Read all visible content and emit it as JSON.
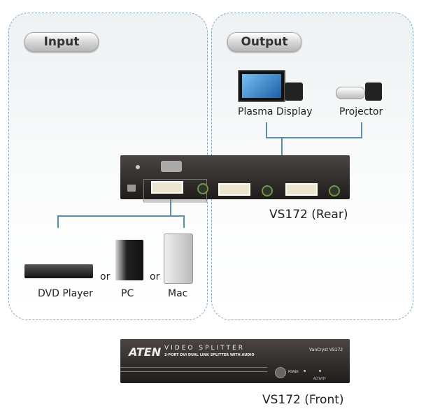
{
  "input": {
    "title": "Input",
    "devices": [
      {
        "label": "DVD Player"
      },
      {
        "label": "PC"
      },
      {
        "label": "Mac"
      }
    ],
    "connector_word": "or"
  },
  "output": {
    "title": "Output",
    "devices": [
      {
        "label": "Plasma Display"
      },
      {
        "label": "Projector"
      }
    ]
  },
  "rear": {
    "label": "VS172 (Rear)"
  },
  "front": {
    "label": "VS172 (Front)",
    "brand": "ATEN",
    "product": "VIDEO SPLITTER",
    "subtitle": "2-PORT DVI DUAL LINK SPLITTER WITH AUDIO",
    "model": "VanCryst VS172",
    "power": "POWER",
    "activity": "ACTIVITY"
  },
  "colors": {
    "line": "#5a8fa5",
    "device": "#2a2624"
  }
}
